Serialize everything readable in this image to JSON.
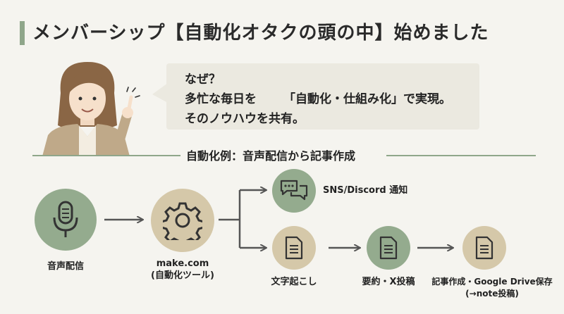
{
  "title": "メンバーシップ【自動化オタクの頭の中】始めました",
  "bubble": {
    "line1": "なぜ？",
    "line2a": "多忙な毎日を",
    "line2b": "「自動化・仕組み化」で実現。",
    "line3": "そのノウハウを共有。"
  },
  "section_label": "自動化例：音声配信から記事作成",
  "nodes": {
    "voice": {
      "label": "音声配信",
      "icon": "microphone-icon"
    },
    "make": {
      "label1": "make.com",
      "label2": "(自動化ツール)",
      "icon": "gear-icon"
    },
    "notify": {
      "label": "SNS/Discord 通知",
      "icon": "chat-bubbles-icon"
    },
    "transcribe": {
      "label": "文字起こし",
      "icon": "document-icon"
    },
    "summary": {
      "label": "要約・X投稿",
      "icon": "document-icon"
    },
    "article": {
      "label1": "記事作成・Google Drive保存",
      "label2": "(→note投稿)",
      "icon": "document-icon"
    }
  },
  "colors": {
    "green": "#94ab8e",
    "tan": "#d5c8a9",
    "arrow": "#555555",
    "background": "#f5f4ef"
  }
}
